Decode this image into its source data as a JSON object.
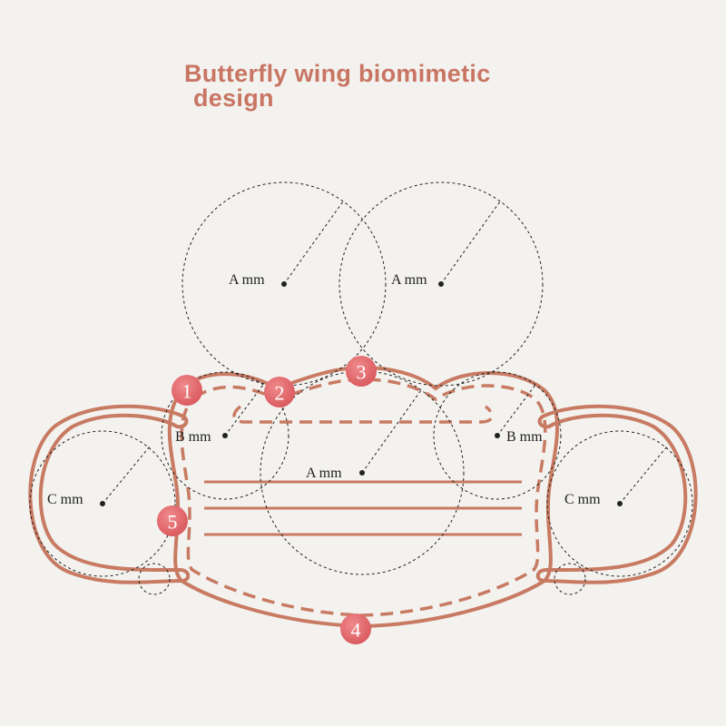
{
  "title": {
    "line1": "Butterfly wing biomimetic",
    "line2": "design"
  },
  "labels": {
    "a1": "A mm",
    "a2": "A mm",
    "a3": "A mm",
    "b_left": "B mm",
    "b_right": "B mm",
    "c_left": "C mm",
    "c_right": "C mm"
  },
  "markers": [
    "1",
    "2",
    "3",
    "4",
    "5"
  ],
  "colors": {
    "mask": "#c87a62",
    "marker": "#e06a6e",
    "title": "#c97563"
  }
}
